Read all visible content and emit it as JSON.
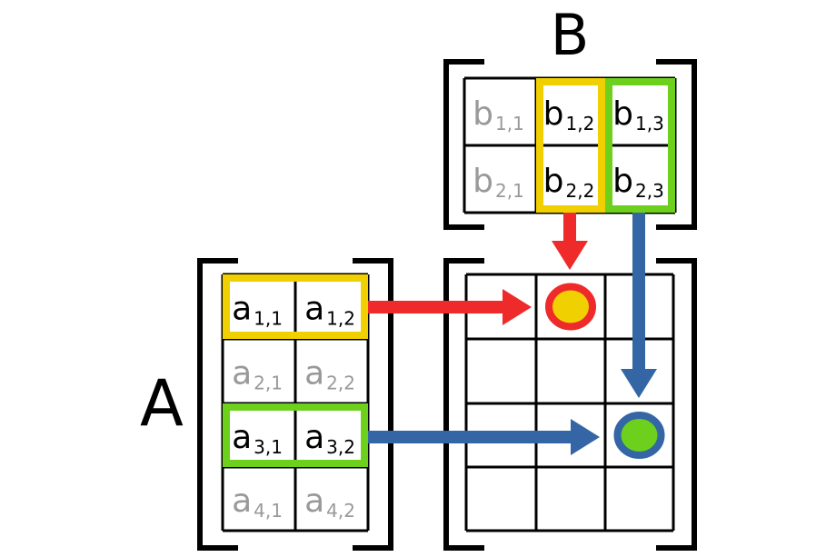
{
  "labels": {
    "A": "A",
    "B": "B"
  },
  "colors": {
    "red": "#ee2a2a",
    "yellow": "#f0d000",
    "green": "#6cd01c",
    "blue": "#3465a4",
    "gray": "#999999",
    "black": "#000000"
  },
  "matrix_a": {
    "cells": [
      [
        {
          "base": "a",
          "sub": "1,1",
          "highlight": "yellow"
        },
        {
          "base": "a",
          "sub": "1,2",
          "highlight": "yellow"
        }
      ],
      [
        {
          "base": "a",
          "sub": "2,1",
          "highlight": null
        },
        {
          "base": "a",
          "sub": "2,2",
          "highlight": null
        }
      ],
      [
        {
          "base": "a",
          "sub": "3,1",
          "highlight": "green"
        },
        {
          "base": "a",
          "sub": "3,2",
          "highlight": "green"
        }
      ],
      [
        {
          "base": "a",
          "sub": "4,1",
          "highlight": null
        },
        {
          "base": "a",
          "sub": "4,2",
          "highlight": null
        }
      ]
    ]
  },
  "matrix_b": {
    "cells": [
      [
        {
          "base": "b",
          "sub": "1,1",
          "highlight": null
        },
        {
          "base": "b",
          "sub": "1,2",
          "highlight": "yellow"
        },
        {
          "base": "b",
          "sub": "1,3",
          "highlight": "green"
        }
      ],
      [
        {
          "base": "b",
          "sub": "2,1",
          "highlight": null
        },
        {
          "base": "b",
          "sub": "2,2",
          "highlight": "yellow"
        },
        {
          "base": "b",
          "sub": "2,3",
          "highlight": "green"
        }
      ]
    ]
  },
  "result": {
    "rows": 4,
    "cols": 3,
    "marked": [
      {
        "row": 1,
        "col": 2,
        "ring": "red",
        "fill": "yellow"
      },
      {
        "row": 3,
        "col": 3,
        "ring": "blue",
        "fill": "green"
      }
    ]
  }
}
